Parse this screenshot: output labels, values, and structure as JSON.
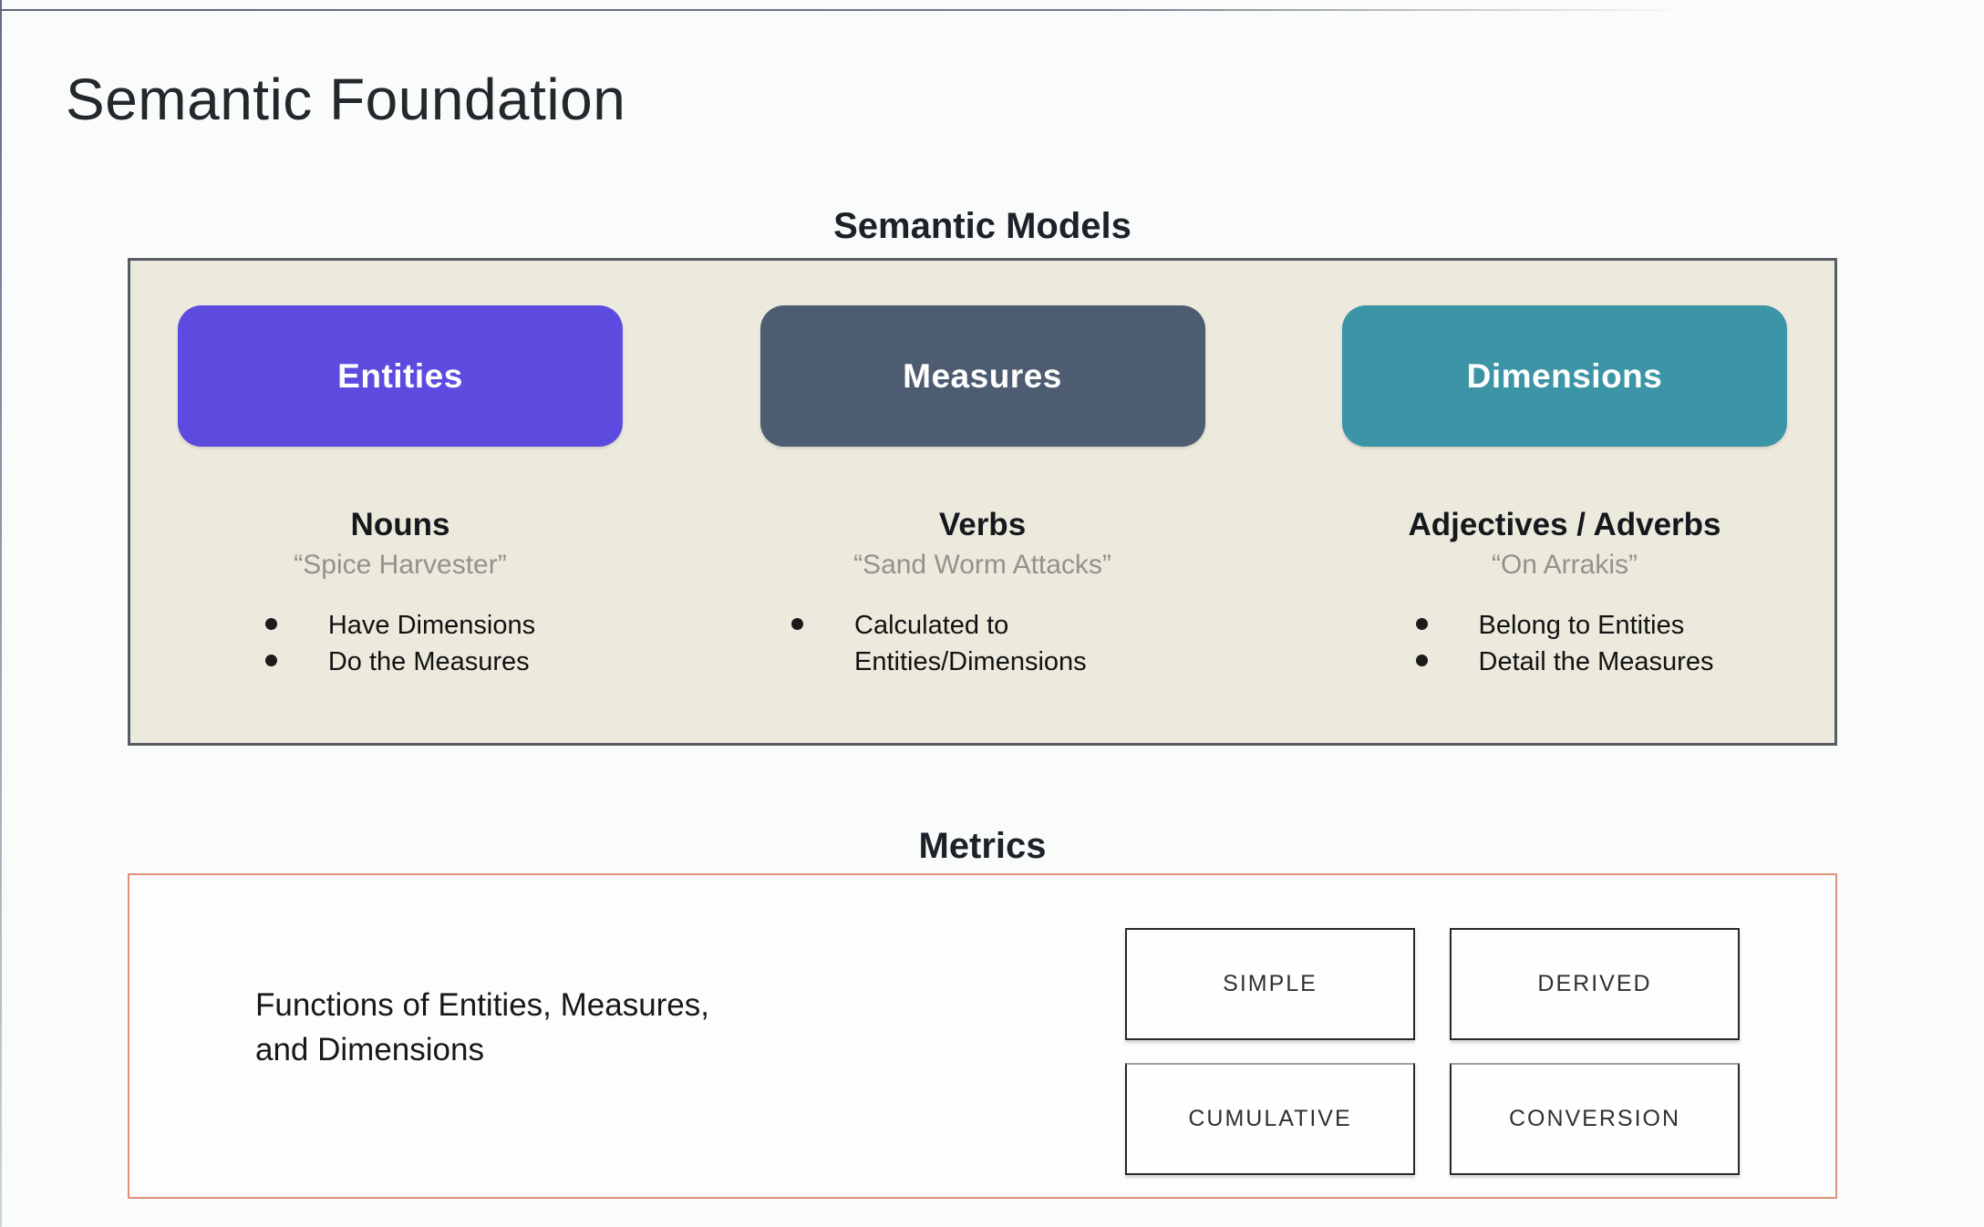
{
  "page": {
    "title": "Semantic Foundation"
  },
  "semantic_models": {
    "heading": "Semantic Models",
    "columns": [
      {
        "button": "Entities",
        "role": "Nouns",
        "example": "“Spice Harvester”",
        "bullets": [
          "Have Dimensions",
          "Do the Measures"
        ]
      },
      {
        "button": "Measures",
        "role": "Verbs",
        "example": "“Sand Worm Attacks”",
        "bullets": [
          "Calculated to Entities/Dimensions"
        ]
      },
      {
        "button": "Dimensions",
        "role": "Adjectives / Adverbs",
        "example": "“On Arrakis”",
        "bullets": [
          "Belong to Entities",
          "Detail the Measures"
        ]
      }
    ]
  },
  "metrics": {
    "heading": "Metrics",
    "description_line1": "Functions of Entities, Measures,",
    "description_line2": "and Dimensions",
    "types": [
      "SIMPLE",
      "DERIVED",
      "CUMULATIVE",
      "CONVERSION"
    ]
  },
  "colors": {
    "entities_button": "#5d4be0",
    "measures_button": "#4e5c72",
    "dimensions_button": "#3c95a6",
    "semantic_box_background": "#ece9dd",
    "semantic_box_border": "#565d63",
    "metrics_box_border": "#df907b"
  }
}
